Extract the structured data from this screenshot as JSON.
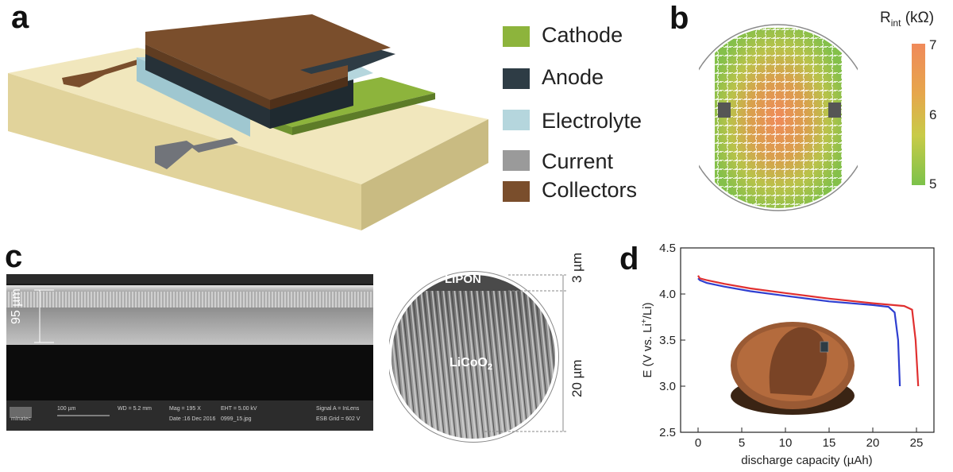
{
  "panels": {
    "a": "a",
    "b": "b",
    "c": "c",
    "d": "d"
  },
  "legend": [
    {
      "label": "Cathode",
      "color": "#8db43c"
    },
    {
      "label": "Anode",
      "color": "#2e3c45"
    },
    {
      "label": "Electrolyte",
      "color": "#b5d6dd"
    },
    {
      "label": "Current",
      "color": "#9a9a9a"
    },
    {
      "label": "Collectors",
      "color": "#7a4e2c"
    }
  ],
  "wafer_map": {
    "colorbar_title_main": "R",
    "colorbar_title_sub": "int",
    "colorbar_title_unit": " (kΩ)",
    "colorbar_ticks": [
      "7",
      "6",
      "5"
    ],
    "colorbar_range": [
      5,
      7
    ],
    "colors": {
      "high": "#f08a5a",
      "mid": "#d6d24a",
      "low": "#7cc24a"
    }
  },
  "sem": {
    "thickness_label": "95 µm",
    "info_bar": [
      "100 µm",
      "WD = 5.2 mm",
      "Mag = 195 X",
      "EHT = 5.00 kV",
      "Signal A = InLens",
      "mInatec",
      "Date :16 Dec 2016",
      "0999_15.jpg",
      "ESB Grid = 602 V"
    ]
  },
  "cross_section": {
    "top_layer": "LiPON",
    "bottom_layer_main": "LiCoO",
    "bottom_layer_sub": "2",
    "top_thickness": "3 µm",
    "bottom_thickness": "20 µm"
  },
  "chart_data": {
    "type": "line",
    "xlabel": "discharge capacity (µAh)",
    "ylabel_parts": [
      "E (V vs. Li",
      "+",
      "/Li)"
    ],
    "xlim": [
      -2,
      27
    ],
    "ylim": [
      2.5,
      4.5
    ],
    "x_ticks": [
      0,
      5,
      10,
      15,
      20,
      25
    ],
    "y_ticks": [
      2.5,
      3.0,
      3.5,
      4.0,
      4.5
    ],
    "x_tick_labels": [
      "0",
      "5",
      "10",
      "15",
      "20",
      "25"
    ],
    "y_tick_labels": [
      "2.5",
      "3.0",
      "3.5",
      "4.0",
      "4.5"
    ],
    "series": [
      {
        "color": "#2f3fd0",
        "points": [
          [
            0,
            4.17
          ],
          [
            0.2,
            4.15
          ],
          [
            1,
            4.12
          ],
          [
            3,
            4.08
          ],
          [
            6,
            4.03
          ],
          [
            10,
            3.98
          ],
          [
            15,
            3.92
          ],
          [
            20,
            3.88
          ],
          [
            21.8,
            3.86
          ],
          [
            22.5,
            3.8
          ],
          [
            22.9,
            3.5
          ],
          [
            23.1,
            3.0
          ]
        ]
      },
      {
        "color": "#e03030",
        "points": [
          [
            0,
            4.2
          ],
          [
            0.2,
            4.17
          ],
          [
            1,
            4.15
          ],
          [
            3,
            4.11
          ],
          [
            6,
            4.06
          ],
          [
            10,
            4.01
          ],
          [
            15,
            3.95
          ],
          [
            20,
            3.9
          ],
          [
            23.6,
            3.87
          ],
          [
            24.5,
            3.83
          ],
          [
            24.9,
            3.5
          ],
          [
            25.2,
            3.0
          ]
        ]
      }
    ]
  }
}
